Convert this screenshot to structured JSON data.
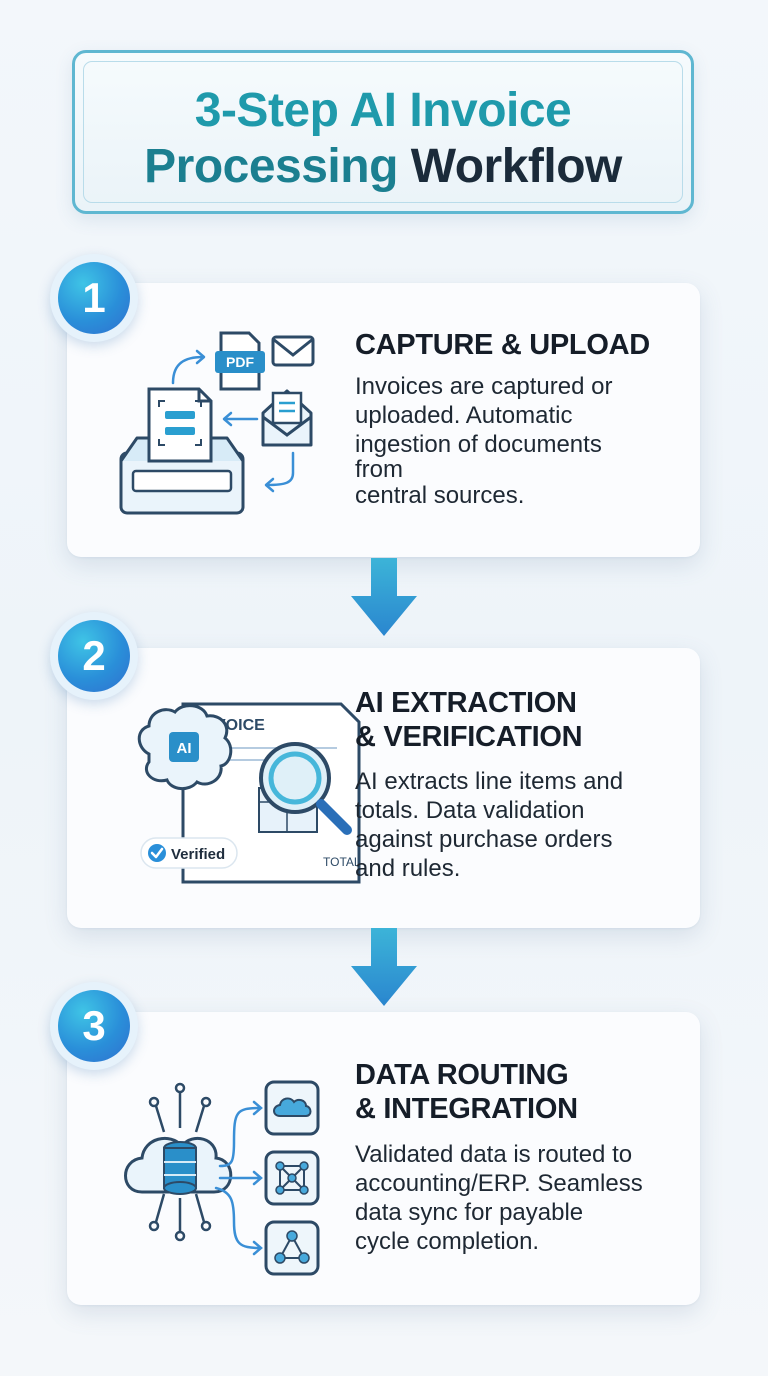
{
  "title": {
    "line1": "3-Step AI Invoice",
    "line2_part1": "Processing",
    "line2_part2": "Workflow"
  },
  "steps": [
    {
      "number": "1",
      "heading": "CAPTURE & UPLOAD",
      "description": [
        "Invoices are captured or",
        "uploaded. Automatic",
        "ingestion of documents",
        "from",
        "central sources."
      ],
      "illustration": {
        "pdf_label": "PDF"
      }
    },
    {
      "number": "2",
      "heading": [
        "AI EXTRACTION",
        "& VERIFICATION"
      ],
      "description": [
        "AI extracts line items and",
        "totals. Data validation",
        "against purchase orders",
        "and rules."
      ],
      "illustration": {
        "invoice_label": "INVOICE",
        "ai_label": "AI",
        "total_label": "TOTAL",
        "verified_label": "Verified"
      }
    },
    {
      "number": "3",
      "heading": [
        "DATA ROUTING",
        "& INTEGRATION"
      ],
      "description": [
        "Validated data is routed to",
        "accounting/ERP. Seamless",
        "data sync for payable",
        "cycle completion."
      ]
    }
  ],
  "colors": {
    "accent": "#2a8fd9",
    "teal": "#1f9aab",
    "dark": "#1b2b3a"
  }
}
